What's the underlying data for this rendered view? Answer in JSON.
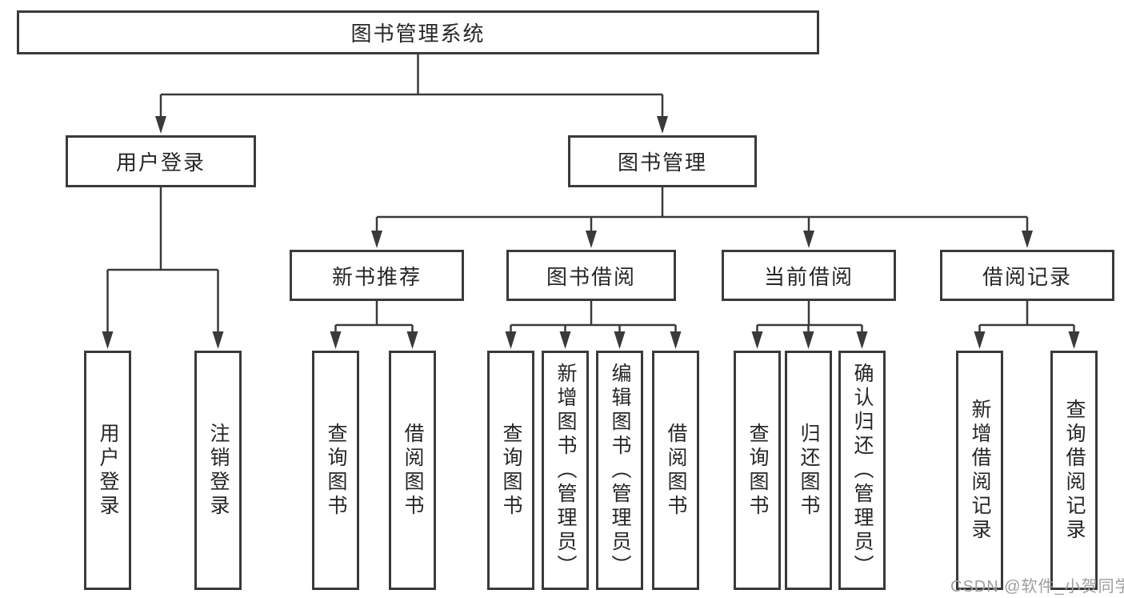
{
  "diagram": {
    "root": {
      "label": "图书管理系统"
    },
    "branches": [
      {
        "label": "用户登录",
        "children": [
          {
            "label": "用户登录"
          },
          {
            "label": "注销登录"
          }
        ]
      },
      {
        "label": "图书管理",
        "children": [
          {
            "label": "新书推荐",
            "children": [
              {
                "label": "查询图书"
              },
              {
                "label": "借阅图书"
              }
            ]
          },
          {
            "label": "图书借阅",
            "children": [
              {
                "label": "查询图书"
              },
              {
                "label": "新增图书（管理员）"
              },
              {
                "label": "编辑图书（管理员）"
              },
              {
                "label": "借阅图书"
              }
            ]
          },
          {
            "label": "当前借阅",
            "children": [
              {
                "label": "查询图书"
              },
              {
                "label": "归还图书"
              },
              {
                "label": "确认归还（管理员）"
              }
            ]
          },
          {
            "label": "借阅记录",
            "children": [
              {
                "label": "新增借阅记录"
              },
              {
                "label": "查询借阅记录"
              }
            ]
          }
        ]
      }
    ]
  },
  "watermark": {
    "text": "CSDN @软件_小贺同学"
  },
  "colors": {
    "line": "#3a3a3a",
    "text": "#262626",
    "watermark": "#9e9e9e",
    "background": "#ffffff"
  }
}
